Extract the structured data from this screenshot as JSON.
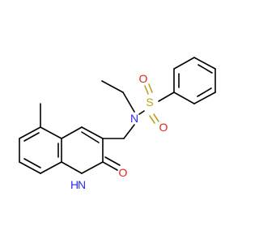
{
  "molecule": {
    "atoms": {
      "sulfur": {
        "label": "S",
        "color": "#b8a21a"
      },
      "oxygen_top": {
        "label": "O",
        "color": "#e0241b"
      },
      "oxygen_bottom": {
        "label": "O",
        "color": "#e0241b"
      },
      "nitrogen_sulfonamide": {
        "label": "N",
        "color": "#2a2aff"
      },
      "nitrogen_ring": {
        "label": "H",
        "color": "#2a2aff"
      },
      "nitrogen_ring_n": {
        "label": "N",
        "color": "#2a2aff"
      },
      "oxygen_carbonyl": {
        "label": "O",
        "color": "#e0241b"
      }
    },
    "bond_color": "#000000"
  }
}
